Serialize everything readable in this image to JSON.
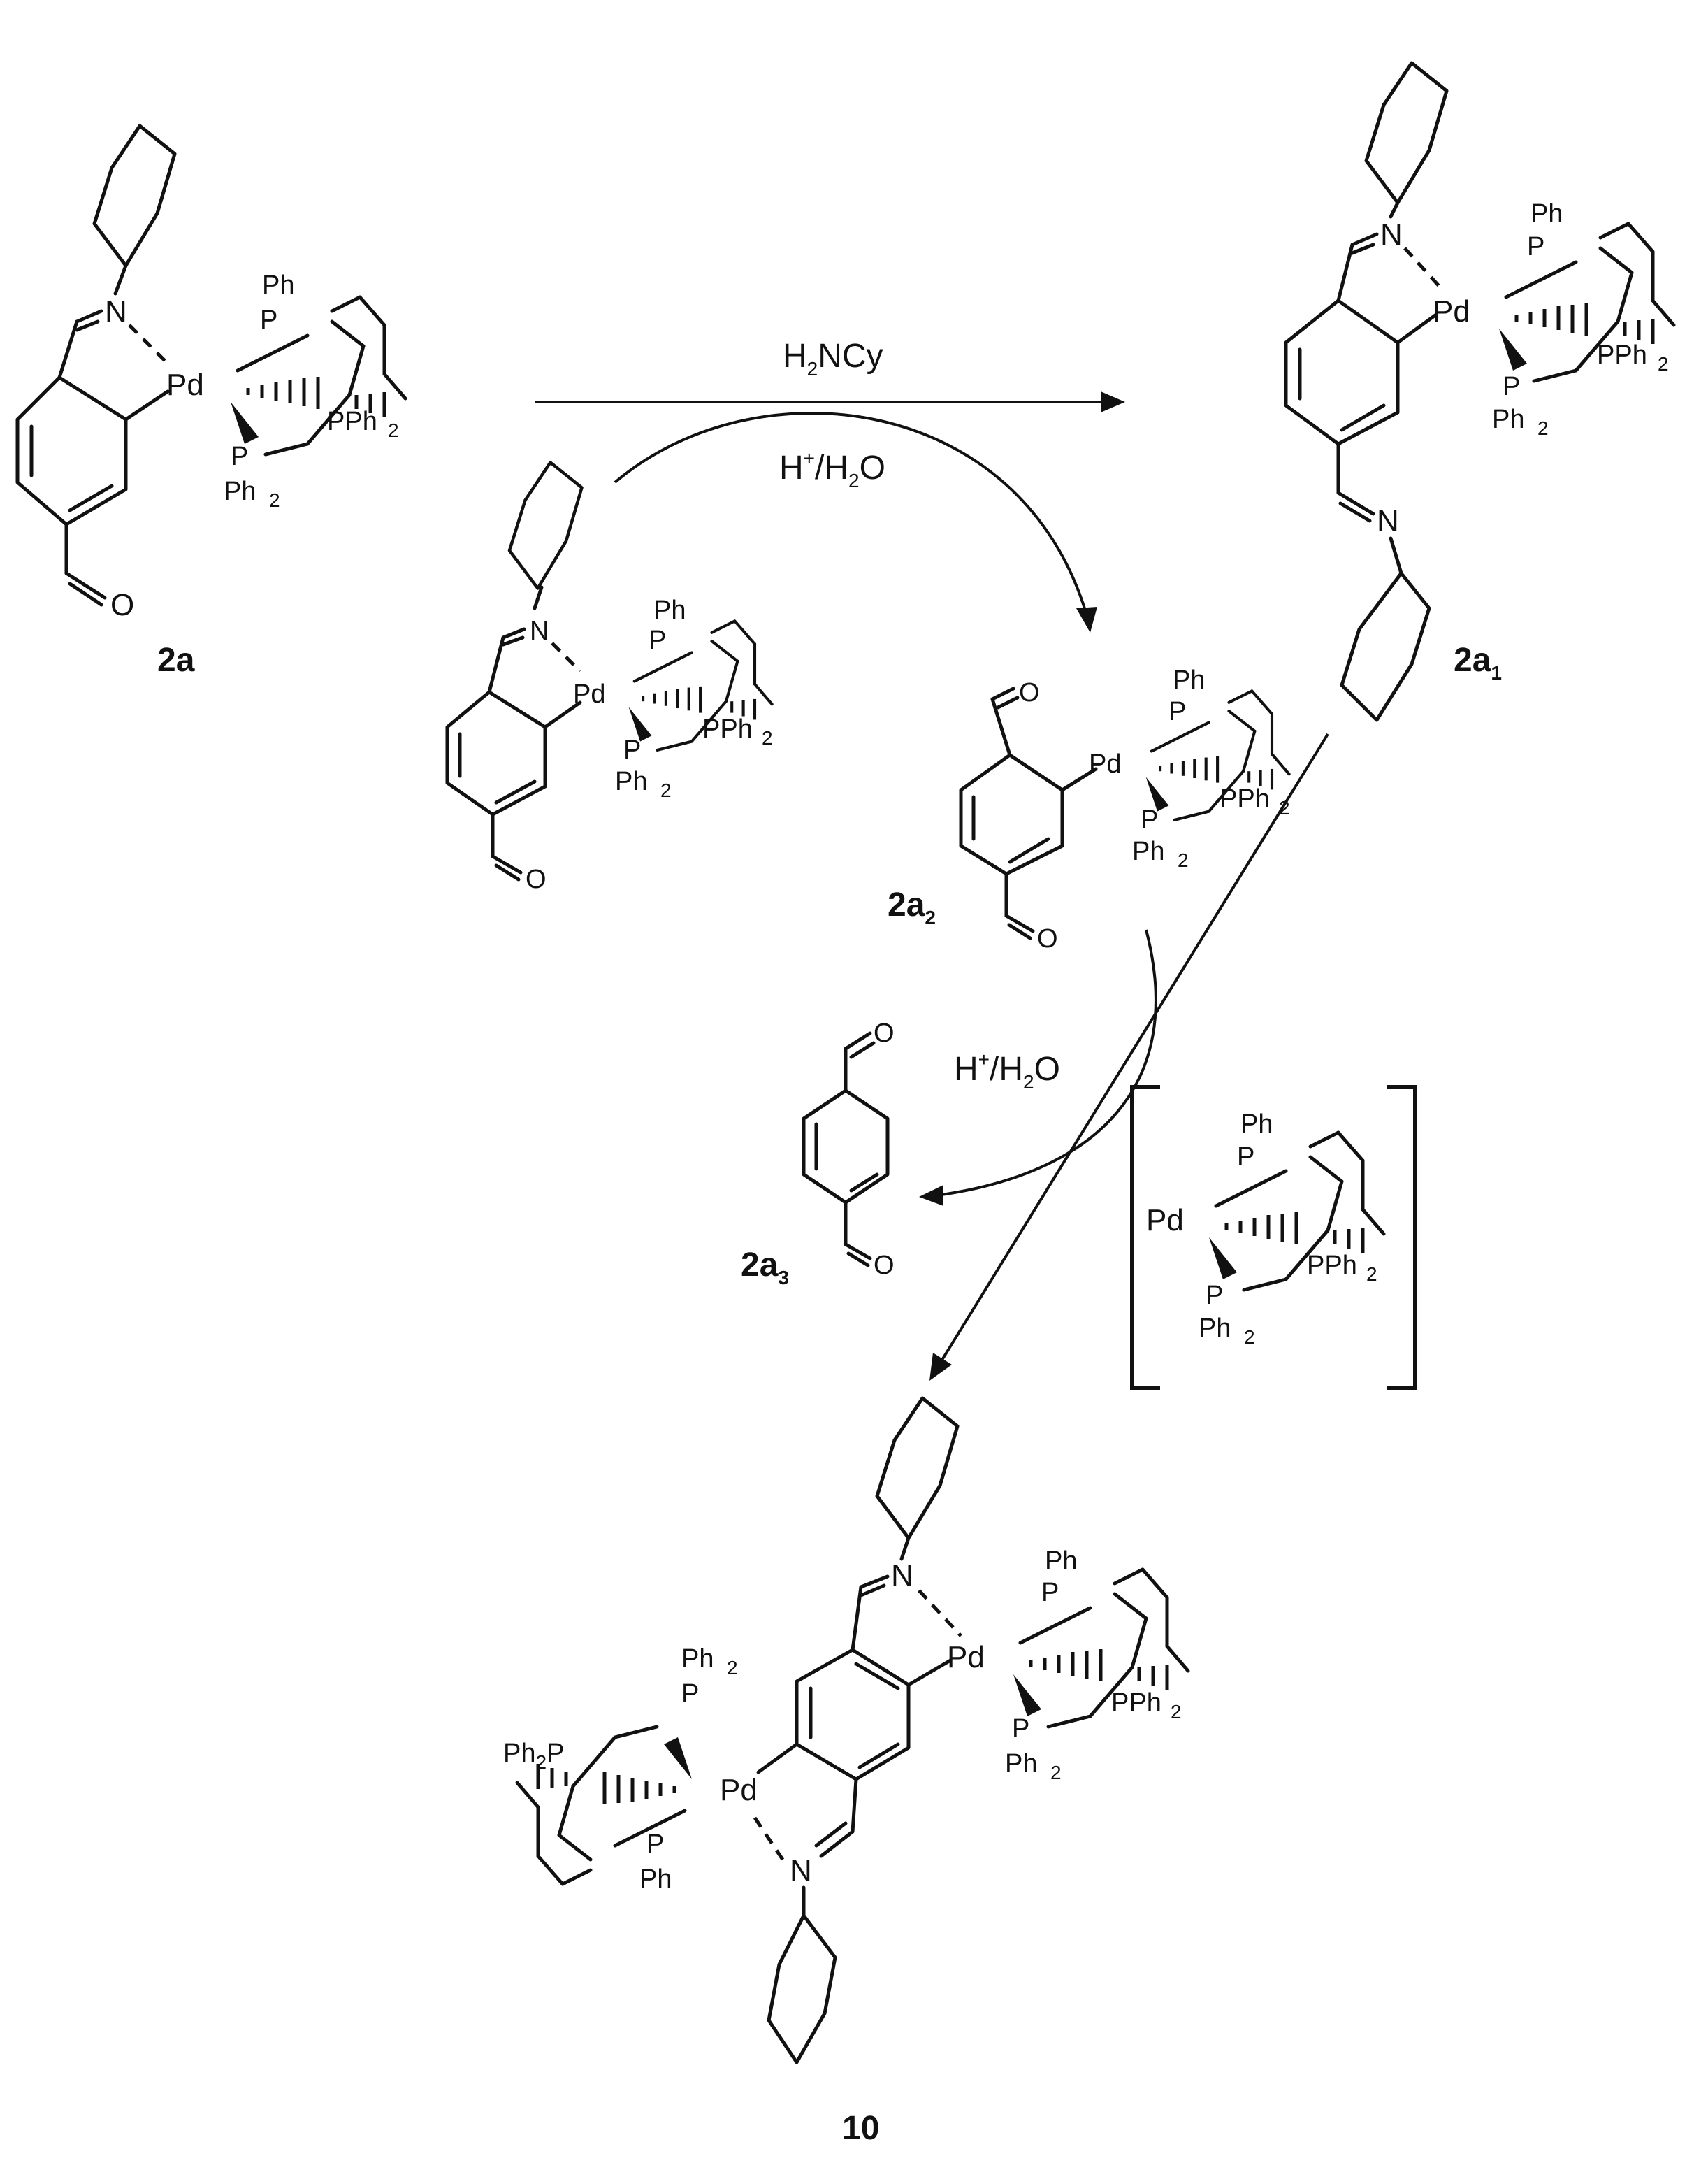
{
  "compounds": {
    "c2a": {
      "label": "2a"
    },
    "c2a1": {
      "label": "2a",
      "label_sub": "1"
    },
    "c2a2": {
      "label": "2a",
      "label_sub": "2"
    },
    "c2a3": {
      "label": "2a",
      "label_sub": "3"
    },
    "c10": {
      "label": "10"
    }
  },
  "atoms": {
    "N": "N",
    "O": "O",
    "P": "P",
    "Pd": "Pd",
    "Ph": "Ph",
    "PPh": "PPh",
    "Ph2sub": "2",
    "Ph2P": "Ph",
    "Ph2Pp": "P"
  },
  "reagents": {
    "top_amine": "H",
    "top_amine_sub": "2",
    "top_amine_rest": "NCy",
    "acid_water_1": "H",
    "acid_water_1_sup": "+",
    "acid_water_1_rest": "/H",
    "acid_water_1_sub": "2",
    "acid_water_1_end": "O",
    "acid_water_2": "H",
    "acid_water_2_sup": "+",
    "acid_water_2_rest": "/H",
    "acid_water_2_sub": "2",
    "acid_water_2_end": "O"
  }
}
